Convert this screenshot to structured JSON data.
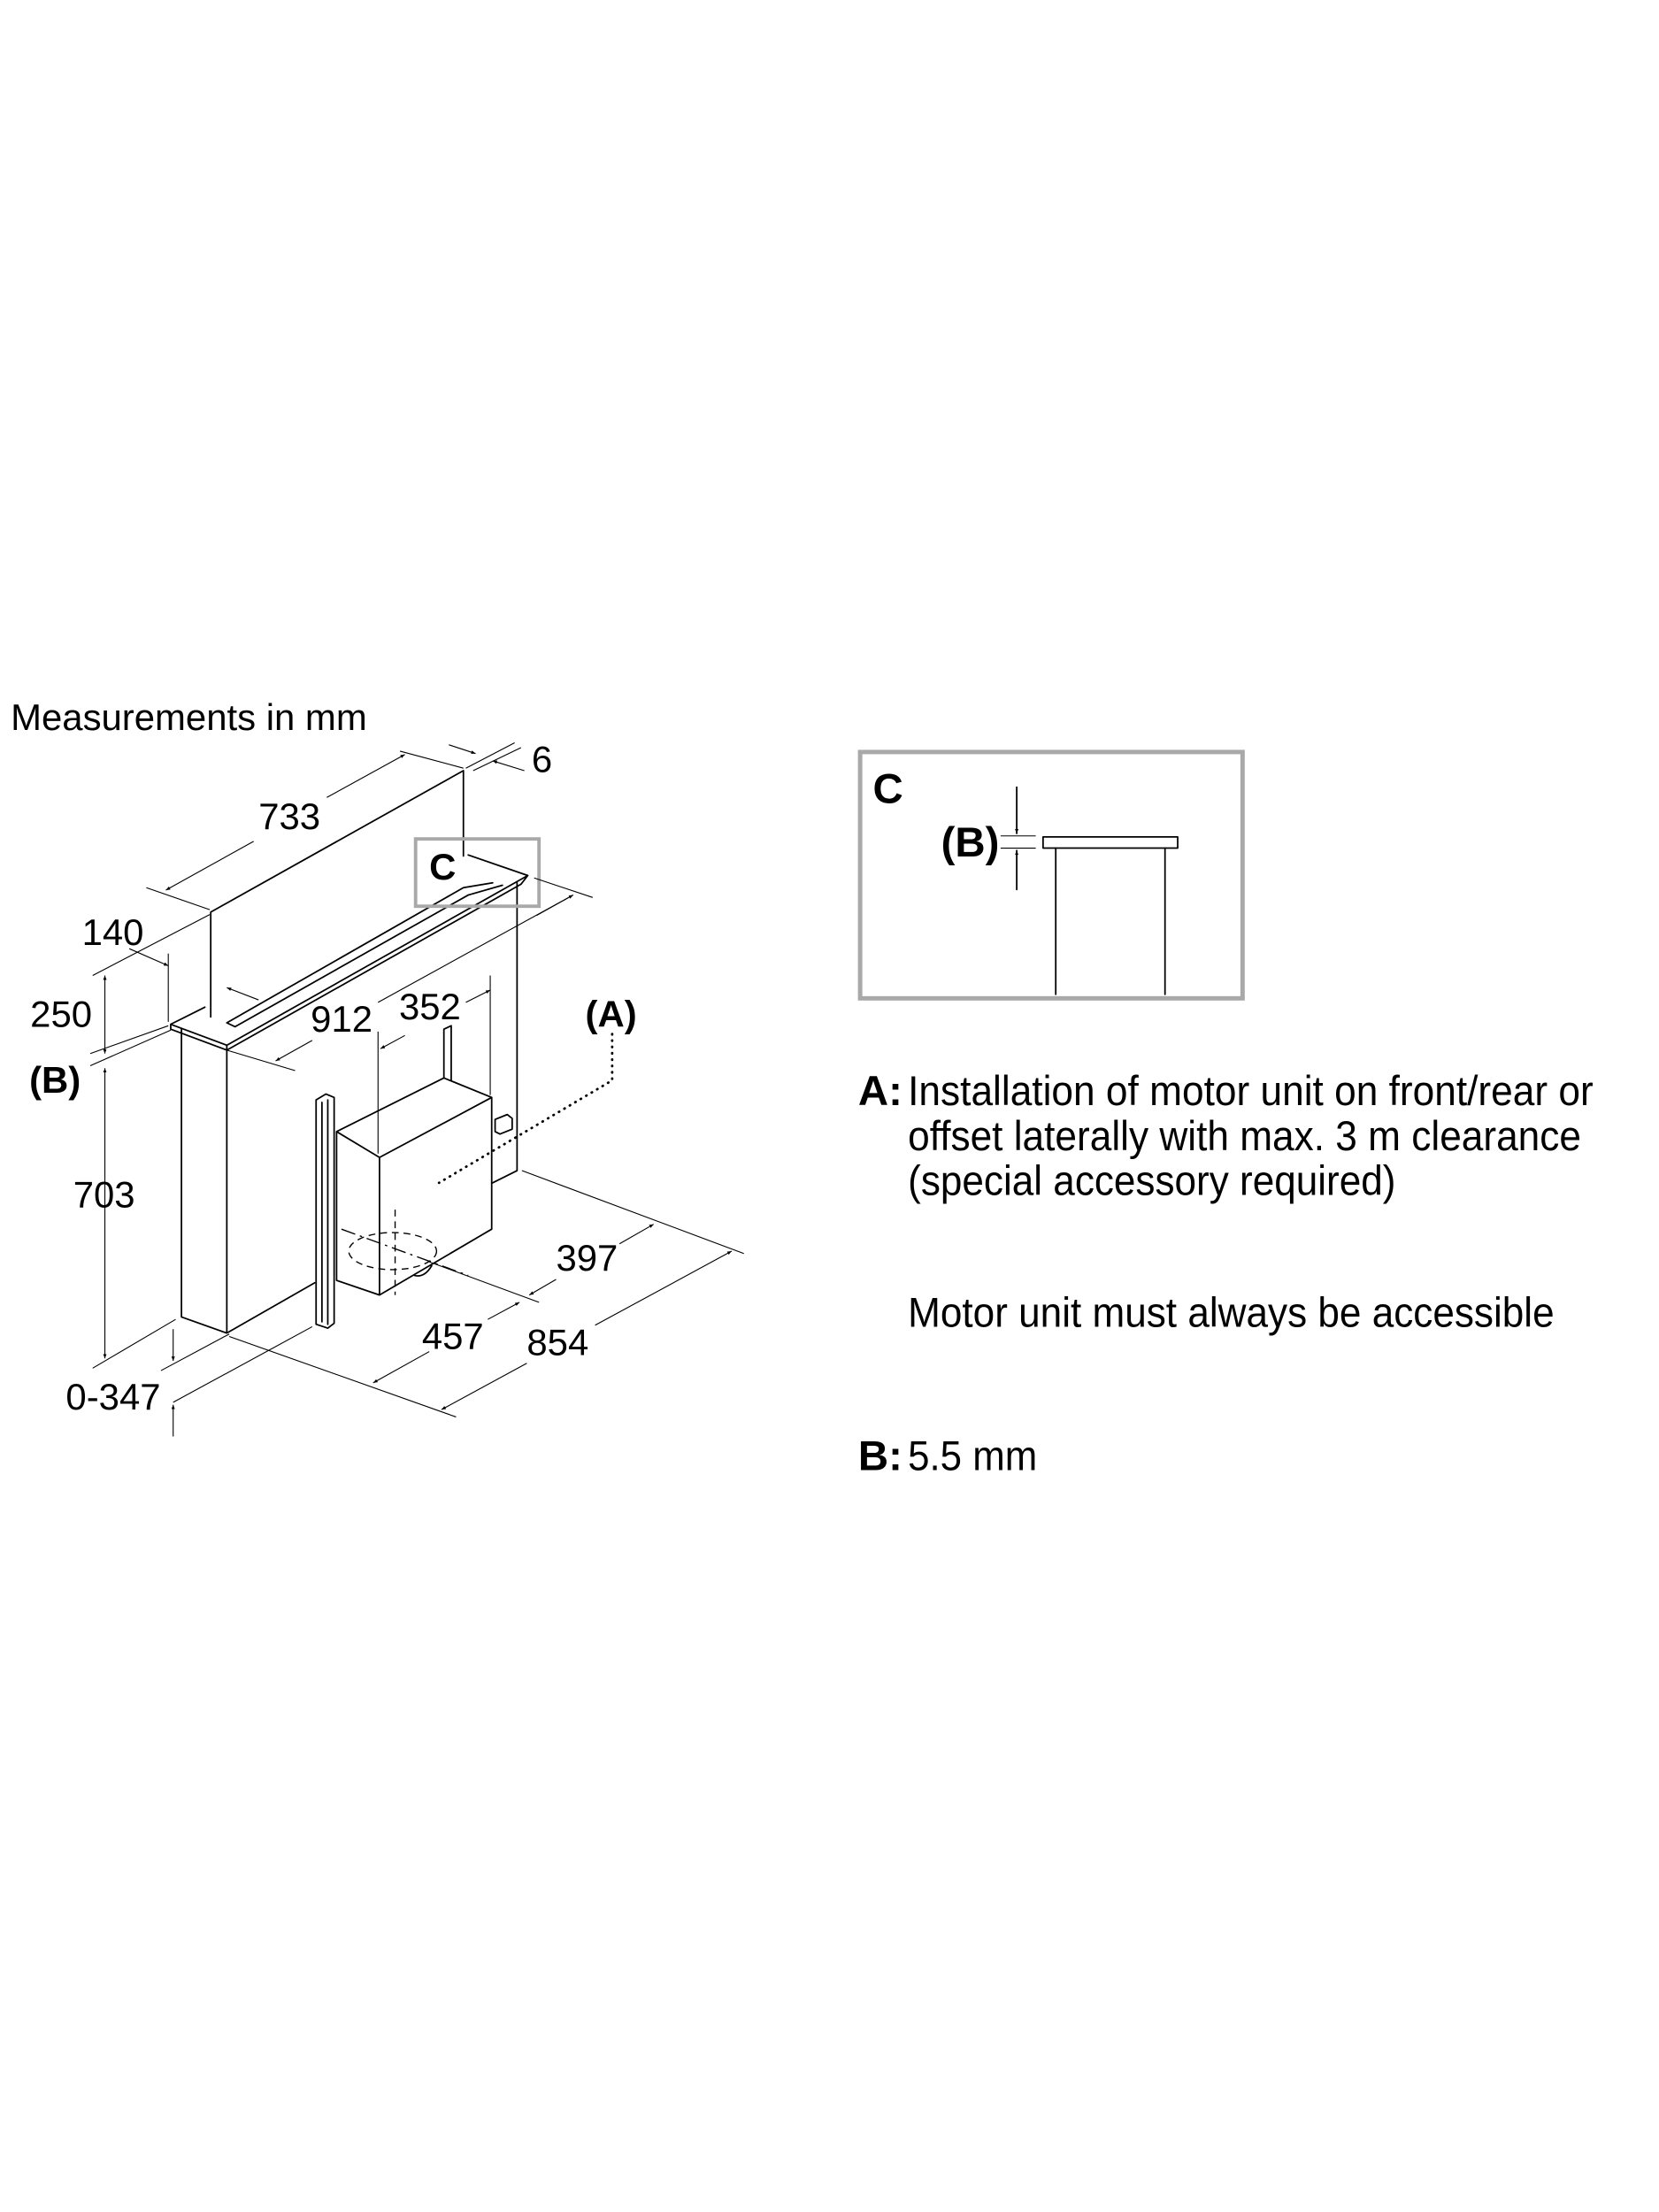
{
  "title": "Measurements in mm",
  "dimensions": {
    "d733": "733",
    "d6": "6",
    "d140": "140",
    "d250": "250",
    "b_label": "(B)",
    "d703": "703",
    "d0_347": "0-347",
    "d912": "912",
    "d352": "352",
    "a_label": "(A)",
    "d397": "397",
    "d457": "457",
    "d854": "854",
    "detail_c": "C"
  },
  "detail": {
    "label": "C",
    "b_label": "(B)"
  },
  "notes": {
    "a_key": "A:",
    "a_line1": "Installation of motor unit on front/rear or",
    "a_line2": "offset laterally with max. 3 m clearance",
    "a_line3": "(special accessory required)",
    "motor_note": "Motor unit must always be accessible",
    "b_key": "B:",
    "b_value": "5.5 mm"
  },
  "colors": {
    "detail_frame": "#a9a9a9",
    "line": "#000000"
  }
}
